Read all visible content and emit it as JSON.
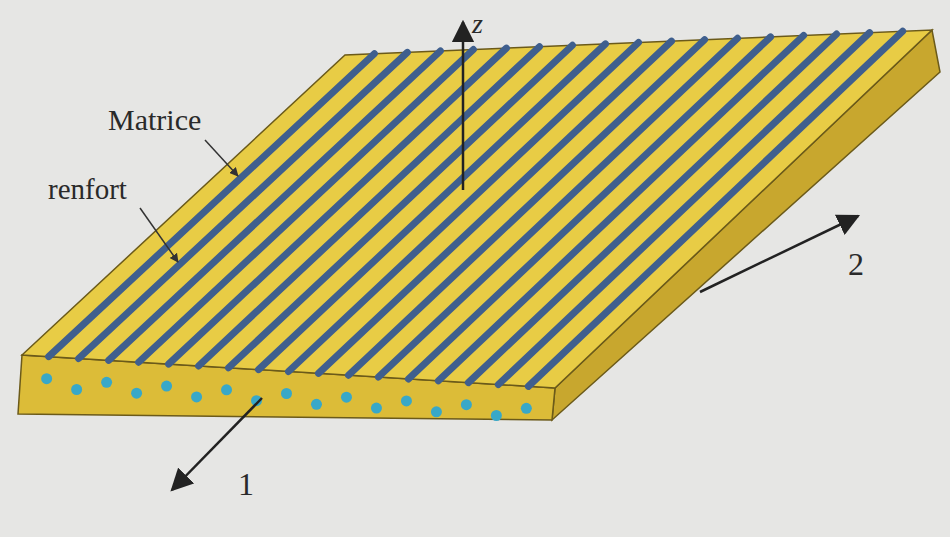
{
  "diagram": {
    "labels": [
      "Matrice",
      "renfort",
      "z",
      "1",
      "2"
    ]
  }
}
